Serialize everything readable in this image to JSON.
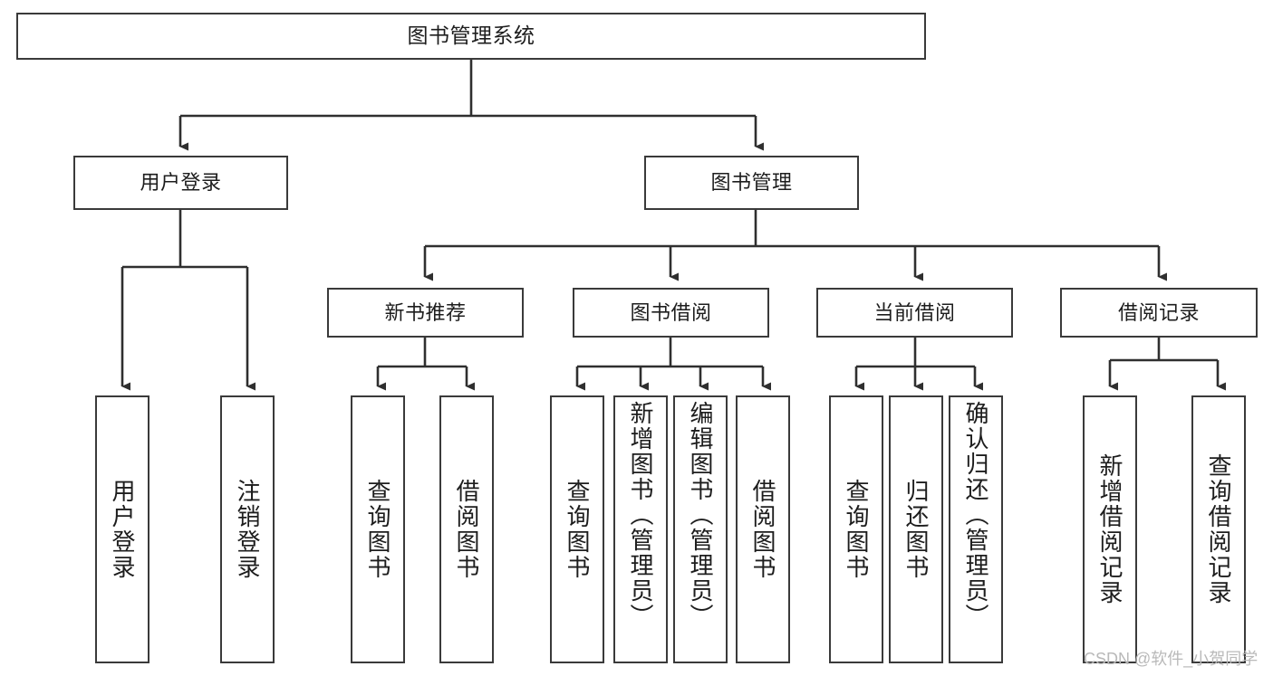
{
  "diagram": {
    "type": "hierarchy-tree",
    "title": "图书管理系统",
    "watermark": "CSDN @软件_小贺同学",
    "colors": {
      "box_border": "#3a3a3a",
      "box_fill": "#ffffff",
      "connector": "#2f2f2f",
      "text": "#1d1d1d",
      "watermark": "#b9b9b9"
    },
    "levels": {
      "level0": [
        "图书管理系统"
      ],
      "level1": [
        "用户登录",
        "图书管理"
      ],
      "level2": [
        "新书推荐",
        "图书借阅",
        "当前借阅",
        "借阅记录"
      ],
      "level3": [
        "用户登录",
        "注销登录",
        "查询图书",
        "借阅图书",
        "查询图书",
        "新增图书（管理员）",
        "编辑图书（管理员）",
        "借阅图书",
        "查询图书",
        "归还图书",
        "确认归还（管理员）",
        "新增借阅记录",
        "查询借阅记录"
      ]
    },
    "nodes": {
      "root": {
        "label": "图书管理系统"
      },
      "user_login": {
        "label": "用户登录"
      },
      "book_manage": {
        "label": "图书管理"
      },
      "new_book_rec": {
        "label": "新书推荐"
      },
      "book_borrow": {
        "label": "图书借阅"
      },
      "current_borrow": {
        "label": "当前借阅"
      },
      "borrow_record": {
        "label": "借阅记录"
      },
      "leaf_user_login": {
        "label": "用户登录"
      },
      "leaf_logout": {
        "label": "注销登录"
      },
      "leaf_query_book_1": {
        "label": "查询图书"
      },
      "leaf_borrow_book_1": {
        "label": "借阅图书"
      },
      "leaf_query_book_2": {
        "label": "查询图书"
      },
      "leaf_add_book": {
        "label": "新增图书（管理员）"
      },
      "leaf_edit_book": {
        "label": "编辑图书（管理员）"
      },
      "leaf_borrow_book_2": {
        "label": "借阅图书"
      },
      "leaf_query_book_3": {
        "label": "查询图书"
      },
      "leaf_return_book": {
        "label": "归还图书"
      },
      "leaf_confirm_return": {
        "label": "确认归还（管理员）"
      },
      "leaf_add_record": {
        "label": "新增借阅记录"
      },
      "leaf_query_record": {
        "label": "查询借阅记录"
      }
    },
    "edges": [
      {
        "from": "root",
        "to": "user_login"
      },
      {
        "from": "root",
        "to": "book_manage"
      },
      {
        "from": "user_login",
        "to": "leaf_user_login"
      },
      {
        "from": "user_login",
        "to": "leaf_logout"
      },
      {
        "from": "book_manage",
        "to": "new_book_rec"
      },
      {
        "from": "book_manage",
        "to": "book_borrow"
      },
      {
        "from": "book_manage",
        "to": "current_borrow"
      },
      {
        "from": "book_manage",
        "to": "borrow_record"
      },
      {
        "from": "new_book_rec",
        "to": "leaf_query_book_1"
      },
      {
        "from": "new_book_rec",
        "to": "leaf_borrow_book_1"
      },
      {
        "from": "book_borrow",
        "to": "leaf_query_book_2"
      },
      {
        "from": "book_borrow",
        "to": "leaf_add_book"
      },
      {
        "from": "book_borrow",
        "to": "leaf_edit_book"
      },
      {
        "from": "book_borrow",
        "to": "leaf_borrow_book_2"
      },
      {
        "from": "current_borrow",
        "to": "leaf_query_book_3"
      },
      {
        "from": "current_borrow",
        "to": "leaf_return_book"
      },
      {
        "from": "current_borrow",
        "to": "leaf_confirm_return"
      },
      {
        "from": "borrow_record",
        "to": "leaf_add_record"
      },
      {
        "from": "borrow_record",
        "to": "leaf_query_record"
      }
    ]
  }
}
